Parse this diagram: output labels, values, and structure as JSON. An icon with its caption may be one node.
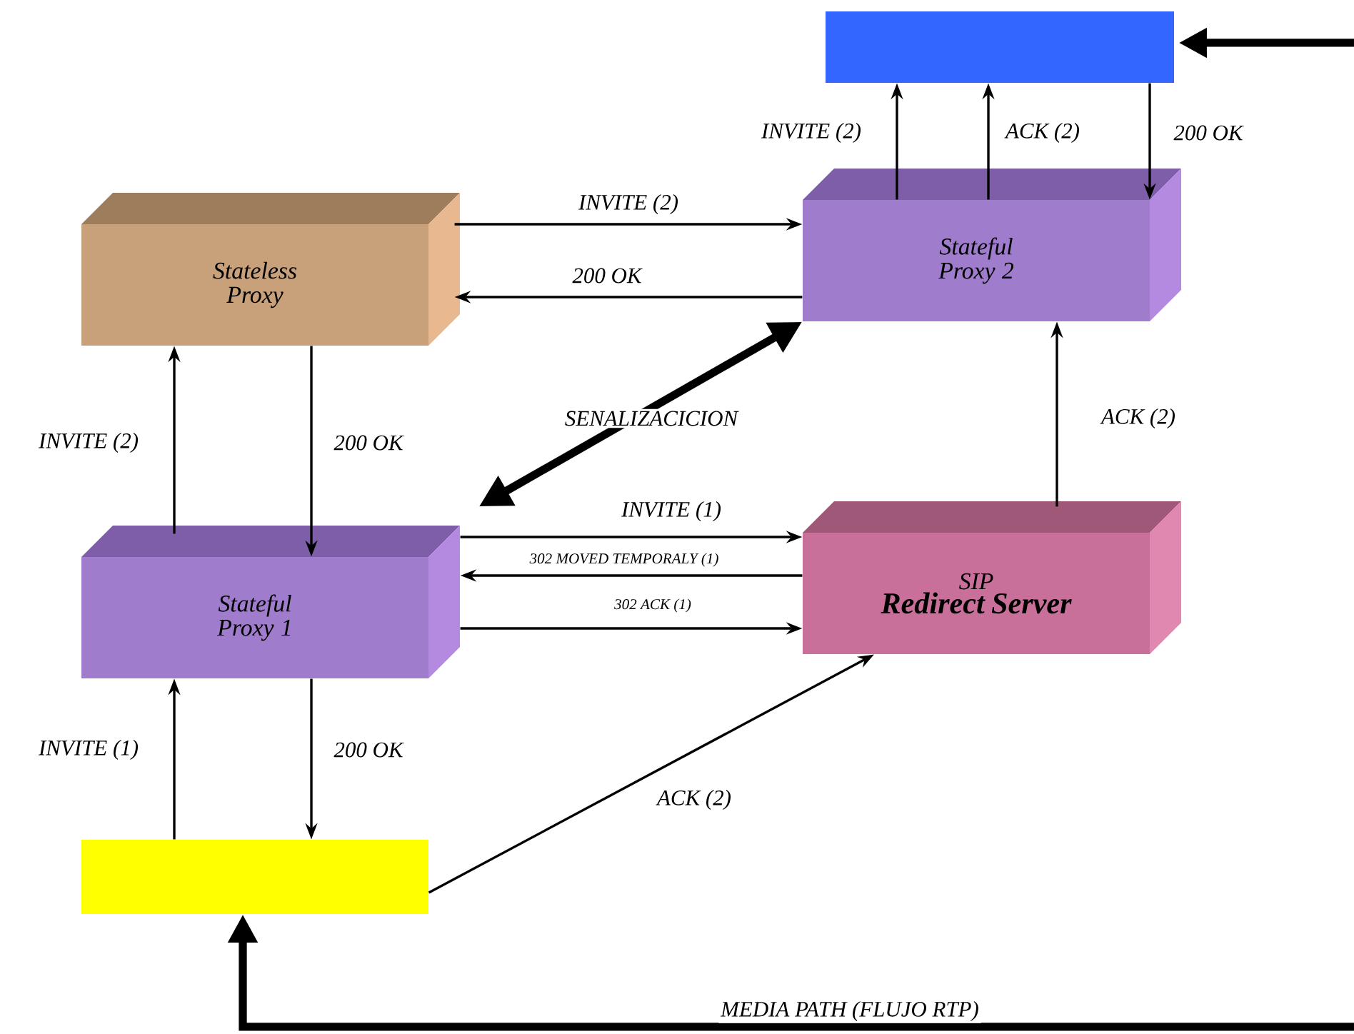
{
  "diagram": {
    "nodes": [
      {
        "text": [],
        "shape": "box"
      },
      {
        "text": [
          "Stateless Proxy"
        ]
      },
      {
        "text": [
          "Stateful Proxy 2"
        ]
      },
      {
        "text": [
          "Stateful Proxy 1"
        ]
      },
      {
        "text": [
          "SIP",
          "Redirect Server"
        ]
      },
      {
        "text": [],
        "shape": "box"
      }
    ],
    "edges": [
      {
        "from": 2,
        "to": 0,
        "arrow": "to",
        "label": "INVITE (2)"
      },
      {
        "from": 2,
        "to": 0,
        "arrow": "to",
        "label": "ACK (2)"
      },
      {
        "from": 0,
        "to": 2,
        "arrow": "to",
        "label": "200 OK"
      },
      {
        "from": 1,
        "to": 2,
        "arrow": "to",
        "label": "INVITE (2)"
      },
      {
        "from": 2,
        "to": 1,
        "arrow": "to",
        "label": "200 OK"
      },
      {
        "from": 3,
        "to": 1,
        "arrow": "to",
        "label": "INVITE (2)"
      },
      {
        "from": 1,
        "to": 3,
        "arrow": "to",
        "label": "200 OK"
      },
      {
        "from": 3,
        "to": 2,
        "arrow": "both",
        "label": "SENALIZACICION",
        "style": "thick"
      },
      {
        "from": 3,
        "to": 4,
        "arrow": "to",
        "label": "INVITE (1)"
      },
      {
        "from": 4,
        "to": 3,
        "arrow": "to",
        "label": "302 MOVED TEMPORALY (1)"
      },
      {
        "from": 3,
        "to": 4,
        "arrow": "to",
        "label": "302 ACK (1)"
      },
      {
        "from": 4,
        "to": 2,
        "arrow": "to",
        "label": "ACK (2)"
      },
      {
        "from": 5,
        "to": 3,
        "arrow": "to",
        "label": "INVITE (1)"
      },
      {
        "from": 3,
        "to": 5,
        "arrow": "to",
        "label": "200 OK"
      },
      {
        "from": 5,
        "to": 4,
        "arrow": "to",
        "label": "ACK (2)"
      },
      {
        "from": null,
        "to": 5,
        "arrow": "to",
        "label": "MEDIA PATH (FLUJO RTP)",
        "style": "thick"
      },
      {
        "from": null,
        "to": 0,
        "arrow": "to",
        "style": "thick"
      }
    ]
  }
}
